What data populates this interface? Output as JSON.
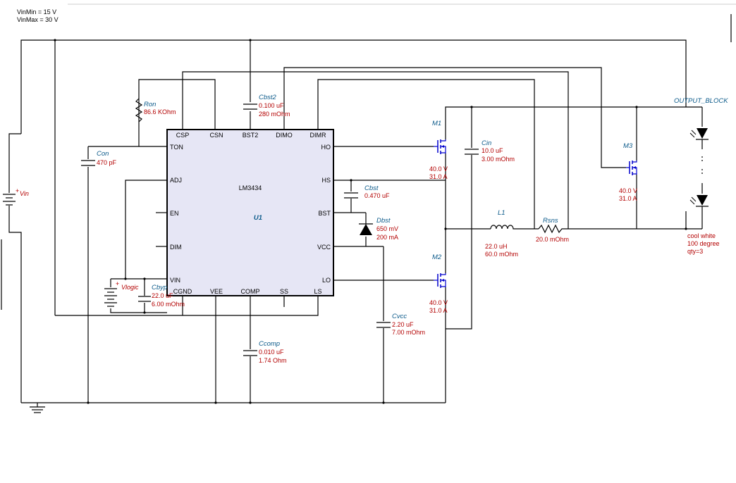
{
  "header": {
    "vin_min": "VinMin = 15 V",
    "vin_max": "VinMax = 30 V"
  },
  "ic": {
    "part": "LM3434",
    "ref": "U1",
    "pins_top": [
      "CSP",
      "CSN",
      "BST2",
      "DIMO",
      "DIMR"
    ],
    "pins_left": [
      "TON",
      "ADJ",
      "EN",
      "DIM",
      "VIN"
    ],
    "pins_right": [
      "HO",
      "HS",
      "BST",
      "VCC",
      "LO"
    ],
    "pins_bottom": [
      "CGND",
      "VEE",
      "COMP",
      "SS",
      "LS"
    ]
  },
  "components": {
    "ron": {
      "ref": "Ron",
      "value": "86.6 KOhm"
    },
    "cbst2": {
      "ref": "Cbst2",
      "value": "0.100 uF",
      "esr": "280 mOhm"
    },
    "con": {
      "ref": "Con",
      "value": "470 pF"
    },
    "vin": {
      "ref": "Vin"
    },
    "vlogic": {
      "ref": "Vlogic"
    },
    "cbyp": {
      "ref": "Cbyp",
      "value": "22.0 uF",
      "esr": "6.00 mOhm"
    },
    "ccomp": {
      "ref": "Ccomp",
      "value": "0.010 uF",
      "esr": "1.74 Ohm"
    },
    "cbst": {
      "ref": "Cbst",
      "value": "0.470 uF"
    },
    "dbst": {
      "ref": "Dbst",
      "vf": "650 mV",
      "if": "200 mA"
    },
    "cvcc": {
      "ref": "Cvcc",
      "value": "2.20 uF",
      "esr": "7.00 mOhm"
    },
    "m1": {
      "ref": "M1",
      "v": "40.0 V",
      "i": "31.0 A"
    },
    "m2": {
      "ref": "M2",
      "v": "40.0 V",
      "i": "31.0 A"
    },
    "m3": {
      "ref": "M3",
      "v": "40.0 V",
      "i": "31.0 A"
    },
    "cin": {
      "ref": "Cin",
      "value": "10.0 uF",
      "esr": "3.00 mOhm"
    },
    "l1": {
      "ref": "L1",
      "value": "22.0 uH",
      "esr": "60.0 mOhm"
    },
    "rsns": {
      "ref": "Rsns",
      "value": "20.0 mOhm"
    },
    "output": {
      "label": "OUTPUT_BLOCK",
      "line1": "cool white",
      "line2": "100 degree",
      "line3": "qty=3"
    }
  },
  "colors": {
    "ic_fill": "#e6e6f5",
    "ref_text": "#0b5a8a",
    "value_text": "#b30000",
    "mosfet": "#0000cc",
    "led": "#000000"
  }
}
